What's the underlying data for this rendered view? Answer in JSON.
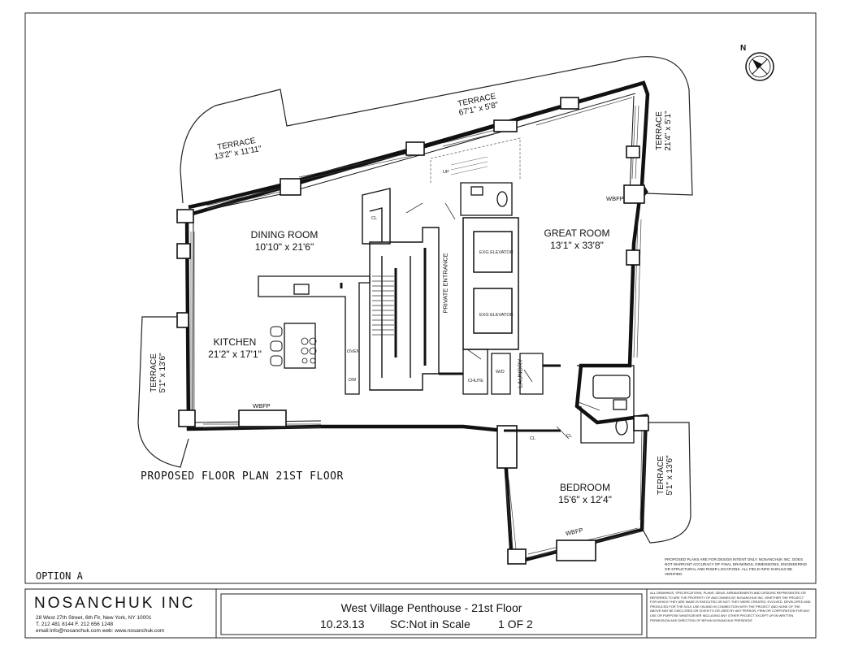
{
  "rooms": {
    "dining": {
      "name": "DINING ROOM",
      "dim": "10'10\" x 21'6\""
    },
    "great": {
      "name": "GREAT ROOM",
      "dim": "13'1\" x 33'8\""
    },
    "kitchen": {
      "name": "KITCHEN",
      "dim": "21'2\" x 17'1\""
    },
    "bedroom": {
      "name": "BEDROOM",
      "dim": "15'6\" x 12'4\""
    }
  },
  "terraces": {
    "left_top": {
      "name": "TERRACE",
      "dim": "13'2\" x 11'11\""
    },
    "top": {
      "name": "TERRACE",
      "dim": "67'1\" x 5'8\""
    },
    "right_top": {
      "name": "TERRACE",
      "dim": "21'4\" x 5'1\""
    },
    "left_side": {
      "name": "TERRACE",
      "dim": "5'1\" x 13'6\""
    },
    "right_bottom": {
      "name": "TERRACE",
      "dim": "5'1\" x 13'6\""
    }
  },
  "fixtures": {
    "wbfp": "WBFP",
    "private_entrance": "PRIVATE ENTRANCE",
    "laundry": "LAUNDRY",
    "chute": "CHUTE",
    "elevator_1": "EXG ELEVATOR",
    "elevator_2": "EXG ELEVATOR",
    "cl": "CL",
    "oven": "OVEN",
    "dw": "DW",
    "wd": "W/D",
    "up": "UP"
  },
  "plan_title": "PROPOSED FLOOR PLAN 21ST FLOOR",
  "option": "OPTION A",
  "disclaimer_box": "PROPOSED PLANS ARE FOR DESIGN INTENT ONLY. NOSANCHUK INC. DOES NOT WARRANT ACCURACY OF FINAL DRAWINGS, DIMENSIONS, ENGINEERING OR STRUCTURAL AND RISER LOCATIONS. ALL FIELD INFO SHOULD BE VERIFIED.",
  "title_block": {
    "company": "NOSANCHUK INC",
    "address": "28 West 27th Street, 6th Flr, New York, NY 10001",
    "phone": "T. 212 481 8144   F. 212 656 1248",
    "contact": "email:info@nosanchuk.com  web: www.nosanchuk.com",
    "project": "West Village Penthouse  -  21st Floor",
    "date": "10.23.13",
    "scale": "SC:Not in Scale",
    "sheet": "1 OF 2",
    "disclaimer": "ALL DRAWINGS, SPECIFICATIONS, PLANS, IDEAS, ARRANGEMENTS AND DESIGNS REPRESENTED OR REFERRED TO ARE THE PROPERTY OF AND OWNED BY NOSANCHUK INC. WHETHER THE PROJECT FOR WHICH THEY ARE MADE IS EXECUTED OR NOT. THEY WERE CREATED, EVOLVED, DEVELOPED AND PRODUCED FOR THE SOLE USE ON AND IN CONNECTION WITH THE PROJECT AND NONE OF THE ABOVE MAY BE DISCLOSED OR GIVEN TO OR USED BY ANY PERSON, FIRM OR CORPORATION FOR ANY USE OR PURPOSE WHATSOEVER INCLUDING ANY OTHER PROJECT EXCEPT UPON WRITTEN PERMISSION AND DIRECTION OF BRYAN NOSANCHUK PRESIDENT."
  },
  "compass": {
    "label": "N",
    "icon": "north-arrow-icon"
  }
}
